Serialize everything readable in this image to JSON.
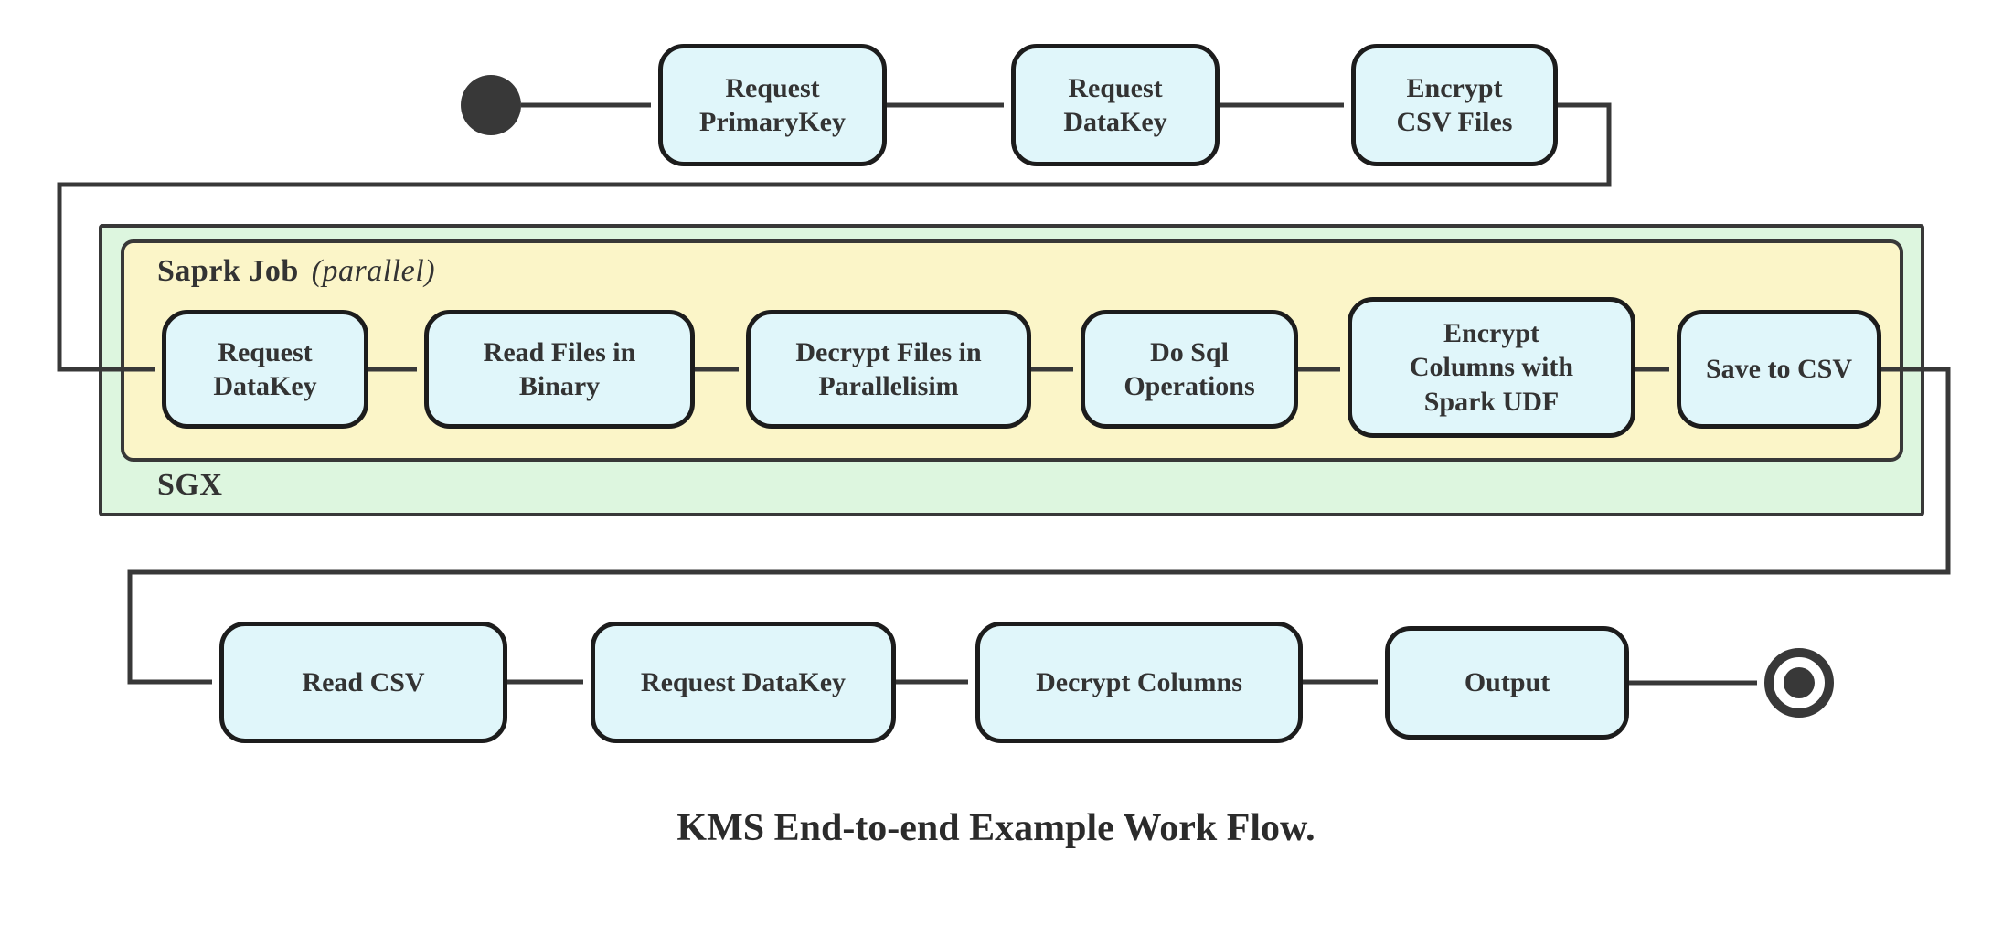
{
  "caption": "KMS End-to-end Example Work Flow.",
  "colors": {
    "node_fill": "#e0f6fa",
    "node_border": "#1c1c1c",
    "yellow_fill": "#fbf5c8",
    "green_fill": "#ddf6df",
    "line_color": "#383838",
    "text_color": "#333333"
  },
  "icons": {
    "start_marker": "filled-circle",
    "end_marker": "bullseye-circle"
  },
  "top_row": {
    "nodes": [
      {
        "label": "Request\nPrimaryKey"
      },
      {
        "label": "Request\nDataKey"
      },
      {
        "label": "Encrypt\nCSV Files"
      }
    ]
  },
  "sgx": {
    "label": "SGX"
  },
  "spark_job": {
    "label": "Saprk Job",
    "qualifier": "(parallel)",
    "nodes": [
      {
        "label": "Request\nDataKey"
      },
      {
        "label": "Read Files in\nBinary"
      },
      {
        "label": "Decrypt Files in\nParallelisim"
      },
      {
        "label": "Do Sql\nOperations"
      },
      {
        "label": "Encrypt\nColumns with\nSpark UDF"
      },
      {
        "label": "Save to CSV"
      }
    ]
  },
  "bottom_row": {
    "nodes": [
      {
        "label": "Read CSV"
      },
      {
        "label": "Request DataKey"
      },
      {
        "label": "Decrypt Columns"
      },
      {
        "label": "Output"
      }
    ]
  }
}
